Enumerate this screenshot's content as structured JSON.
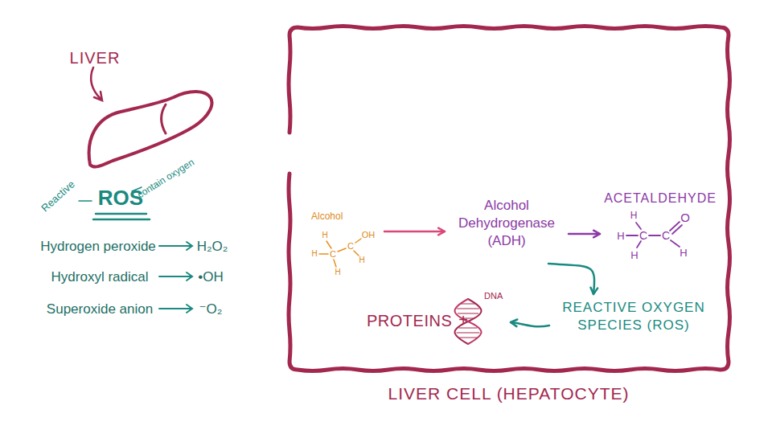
{
  "diagram": {
    "nodes": [
      {
        "text": [
          "LIVER CELL (HEPATOCYTE)"
        ]
      },
      {
        "text": [
          "Alcohol"
        ],
        "in": 0
      },
      {
        "text": [
          "Alcohol Dehydrogenase (ADH)"
        ],
        "in": 0
      },
      {
        "text": [
          "ACETALDEHYDE"
        ],
        "in": 0
      },
      {
        "text": [
          "REACTIVE OXYGEN SPECIES (ROS)"
        ],
        "in": 0
      },
      {
        "text": [
          "PROTEINS",
          "+",
          "DNA"
        ],
        "in": 0
      }
    ],
    "edges": [
      {
        "from": 1,
        "to": 2,
        "arrow": "to"
      },
      {
        "from": 2,
        "to": 3,
        "arrow": "to"
      },
      {
        "from": 2,
        "to": 4,
        "arrow": "to"
      },
      {
        "from": 4,
        "to": 5,
        "arrow": "to"
      }
    ],
    "labels": [
      "LIVER",
      "Reactive",
      "ROS",
      "contain oxygen",
      "Hydrogen peroxide",
      "H₂O₂",
      "Hydroxyl radical",
      "•OH",
      "Superoxide anion",
      "⁻O₂",
      "H",
      "H",
      "C",
      "C",
      "OH",
      "H",
      "H",
      "H",
      "H",
      "C",
      "C",
      "O",
      "H",
      "H"
    ]
  }
}
